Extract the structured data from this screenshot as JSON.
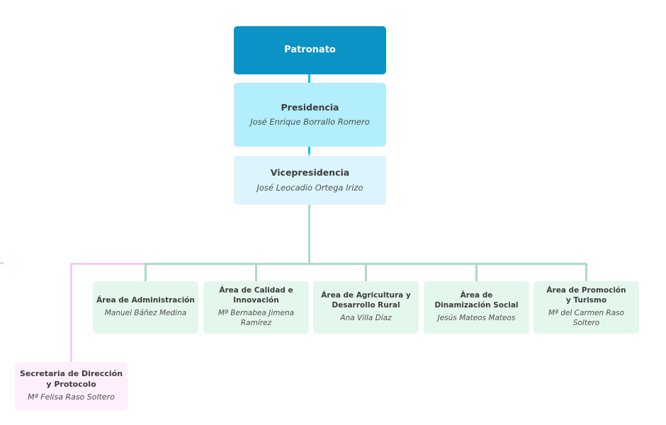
{
  "org_chart": {
    "root": {
      "title": "Patronato"
    },
    "presidency": {
      "title": "Presidencia",
      "name": "José Enrique Borrallo Romero"
    },
    "vice_presidency": {
      "title": "Vicepresidencia",
      "name": "José Leocadio Ortega Irizo"
    },
    "areas": [
      {
        "title": "Área de Administración",
        "name": "Manuel Báñez Medina"
      },
      {
        "title": "Área de Calidad e\nInnovación",
        "name": "Mª Bernabea Jimena\nRamírez"
      },
      {
        "title": "Área de Agricultura y\nDesarrollo Rural",
        "name": "Ana Villa Díaz"
      },
      {
        "title": "Área de\nDinamización Social",
        "name": "Jesús Mateos Mateos"
      },
      {
        "title": "Área de Promoción\ny Turismo",
        "name": "Mª del Carmen Raso\nSoltero"
      }
    ],
    "secretary": {
      "title": "Secretaria de Dirección\ny Protocolo",
      "name": "Mª Felisa Raso Soltero"
    },
    "colors": {
      "root_fill": "#0a93c4",
      "root_text": "#ffffff",
      "presidency_fill": "#b2eefb",
      "vice_presidency_fill": "#dcf4fb",
      "area_fill": "#e4f7ec",
      "secretary_fill": "#fdeffb",
      "connector_cyan": "#00bfe7",
      "connector_green": "#a9dcc4",
      "connector_pink": "#f9cdeb",
      "title_text": "#3d3d3d",
      "name_text": "#4f4f4f"
    }
  }
}
